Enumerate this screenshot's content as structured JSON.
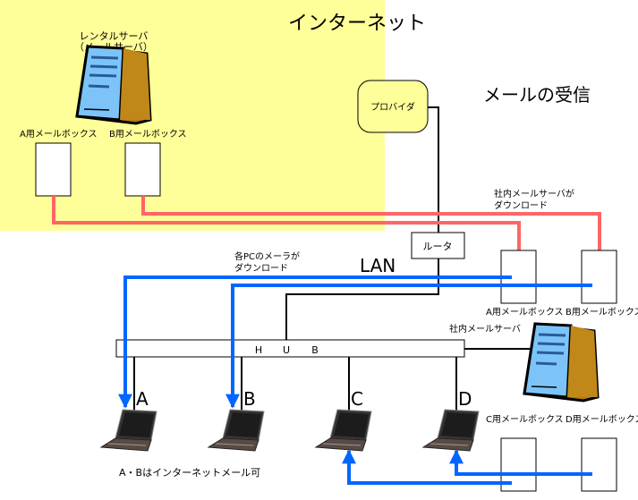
{
  "title": "メールの受信",
  "internet_label": "インターネット",
  "rental_server": {
    "line1": "レンタルサーバ",
    "line2": "（メールサーバ）"
  },
  "internet_mailboxes": [
    "A用メールボックス",
    "B用メールボックス"
  ],
  "provider": "プロバイダ",
  "router": "ルータ",
  "lan_label": "LAN",
  "server_download_note": {
    "line1": "社内メールサーバが",
    "line2": "ダウンロード"
  },
  "pc_download_note": {
    "line1": "各PCのメーラが",
    "line2": "ダウンロード"
  },
  "hub_letters": [
    "H",
    "U",
    "B"
  ],
  "company_server": "社内メールサーバ",
  "company_mailboxes": [
    "A用メールボックス",
    "B用メールボックス",
    "C用メールボックス",
    "D用メールボックス"
  ],
  "pcs": [
    "A",
    "B",
    "C",
    "D"
  ],
  "footnote": "A・Bはインターネットメール可",
  "colors": {
    "internet_area": "#ffff99",
    "server_flow": "#ff6666",
    "pc_flow": "#0066ff"
  }
}
